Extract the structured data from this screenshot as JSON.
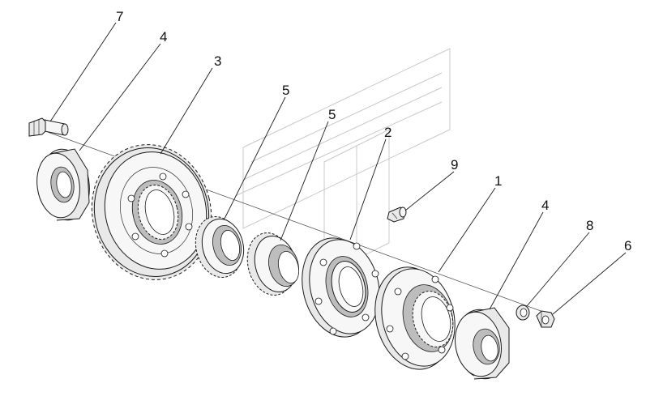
{
  "callouts": {
    "c7": "7",
    "c4a": "4",
    "c3": "3",
    "c5a": "5",
    "c5b": "5",
    "c2": "2",
    "c9": "9",
    "c1": "1",
    "c4b": "4",
    "c8": "8",
    "c6": "6"
  },
  "colors": {
    "line": "#1a1a1a",
    "fill": "#e9e9e9",
    "background": "#ffffff"
  }
}
